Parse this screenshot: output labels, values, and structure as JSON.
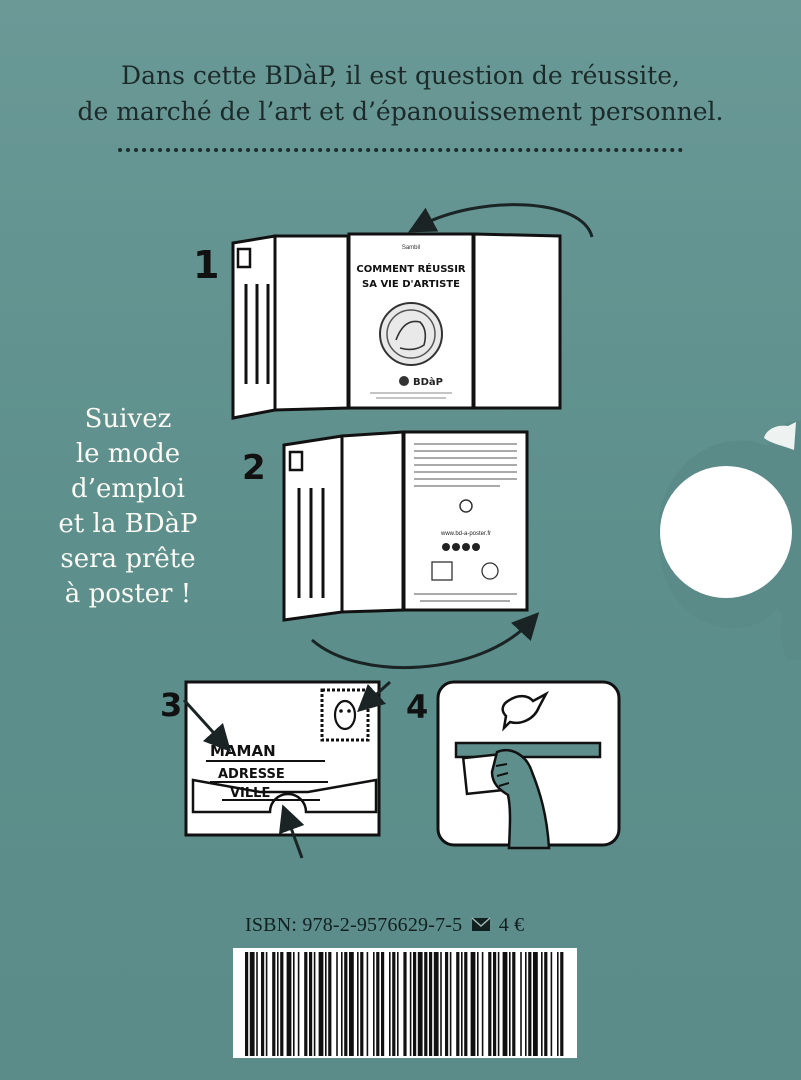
{
  "intro": {
    "line1": "Dans cette BDàP, il est question de réussite,",
    "line2": "de marché de l’art et d’épanouissement personnel."
  },
  "instructions": {
    "line1": "Suivez",
    "line2": "le mode",
    "line3": "d’emploi",
    "line4": "et la BDàP",
    "line5": "sera prête",
    "line6": "à poster !"
  },
  "steps": {
    "step1": "1",
    "step2": "2",
    "step3": "3",
    "step4": "4"
  },
  "booklet": {
    "author": "Sambil",
    "title_line1": "COMMENT RÉUSSIR",
    "title_line2": "SA VIE D'ARTISTE",
    "brand": "BDàP",
    "website": "www.bd-a-poster.fr"
  },
  "envelope": {
    "name": "MAMAN",
    "address": "ADRESSE",
    "city": "VILLE"
  },
  "isbn": {
    "text": "ISBN: 978-2-9576629-7-5",
    "price": "4 €"
  },
  "colors": {
    "background": "#5f928f",
    "text_dark": "#1c2a2a",
    "text_light": "#fbfaf3",
    "slot": "#5e8f8c"
  }
}
